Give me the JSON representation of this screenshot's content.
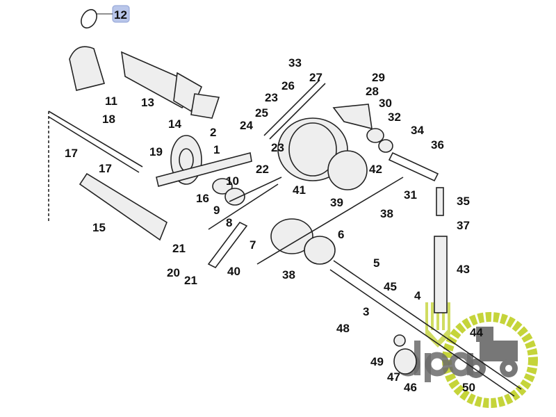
{
  "diagram": {
    "highlighted_part": "12",
    "highlight_color": "#b9c6ea",
    "callouts": [
      "12",
      "11",
      "13",
      "14",
      "18",
      "17",
      "17",
      "2",
      "1",
      "19",
      "16",
      "15",
      "21",
      "20",
      "21",
      "40",
      "7",
      "8",
      "9",
      "10",
      "22",
      "23",
      "24",
      "25",
      "23",
      "26",
      "33",
      "27",
      "29",
      "28",
      "30",
      "32",
      "34",
      "36",
      "42",
      "41",
      "39",
      "38",
      "31",
      "35",
      "37",
      "6",
      "38",
      "5",
      "43",
      "45",
      "4",
      "3",
      "48",
      "49",
      "47",
      "46",
      "44",
      "50"
    ]
  },
  "logo": {
    "text": "dpa",
    "color": "#c5d43a",
    "gray": "#6b6b6b"
  }
}
